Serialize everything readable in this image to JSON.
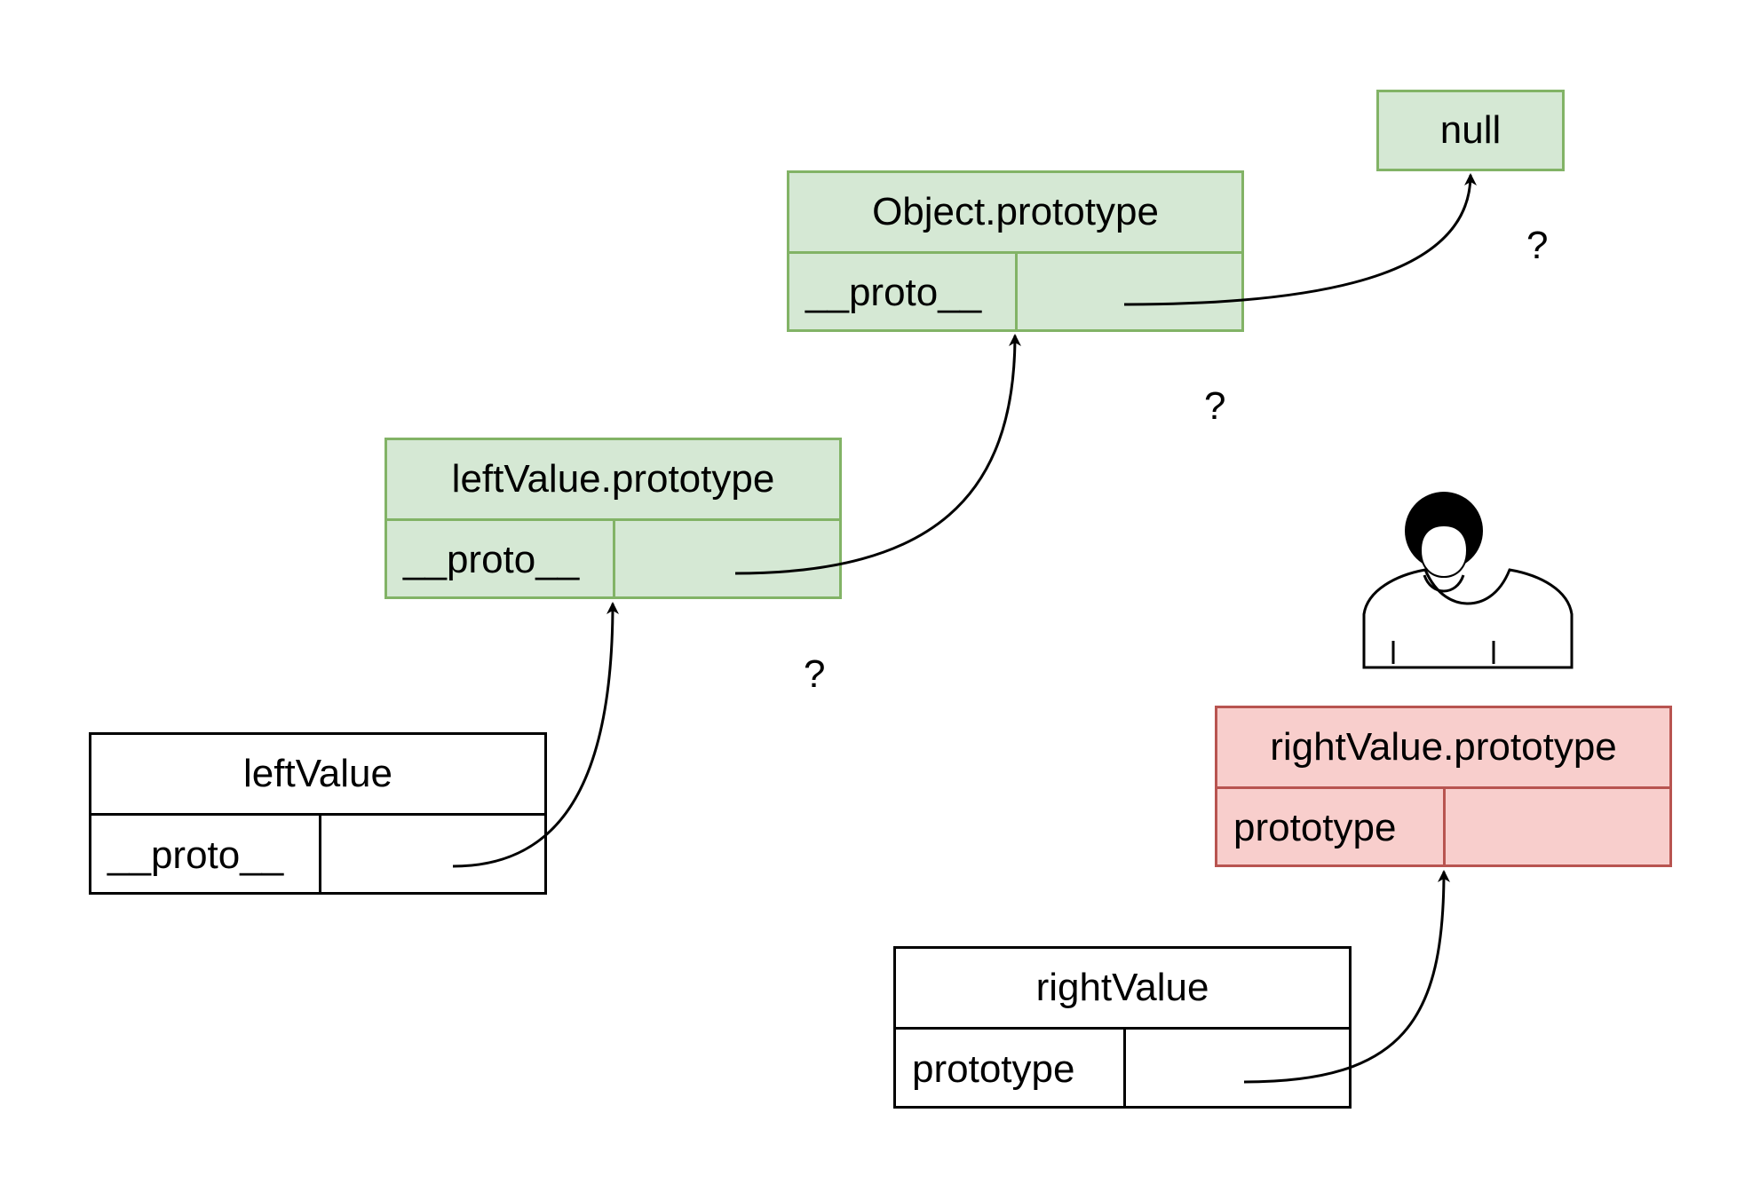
{
  "nodes": {
    "null_box": {
      "title": "null"
    },
    "object_prototype": {
      "title": "Object.prototype",
      "field": "__proto__"
    },
    "leftvalue_prototype": {
      "title": "leftValue.prototype",
      "field": "__proto__"
    },
    "leftvalue": {
      "title": "leftValue",
      "field": "__proto__"
    },
    "rightvalue_prototype": {
      "title": "rightValue.prototype",
      "field": "prototype"
    },
    "rightvalue": {
      "title": "rightValue",
      "field": "prototype"
    }
  },
  "question_marks": [
    "?",
    "?",
    "?"
  ],
  "colors": {
    "green_fill": "#d5e8d4",
    "green_stroke": "#82b366",
    "red_fill": "#f8cecc",
    "red_stroke": "#b85450",
    "plain_fill": "#ffffff",
    "plain_stroke": "#000000"
  },
  "icons": [
    "person-icon"
  ]
}
